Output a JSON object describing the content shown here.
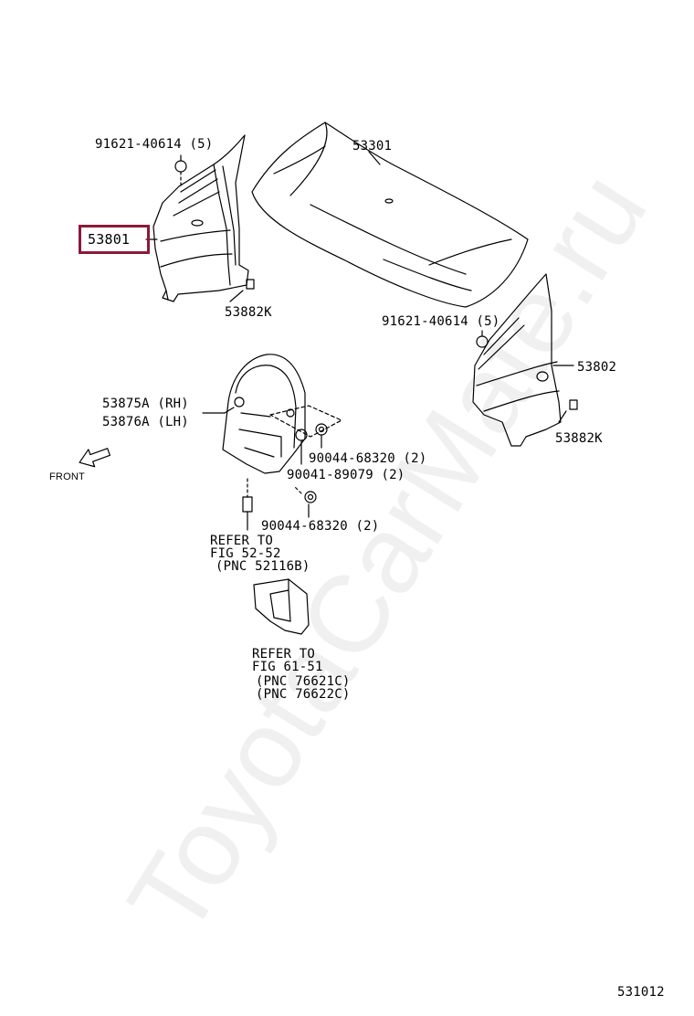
{
  "diagram_id": "531012",
  "watermark": "ToyotaCarMate.ru",
  "parts": {
    "p53801": "53801",
    "p53301": "53301",
    "p53802": "53802",
    "bolt_left": "91621-40614 (5)",
    "bolt_right": "91621-40614 (5)",
    "clip_left": "53882K",
    "clip_right": "53882K",
    "liner_rh": "53875A (RH)",
    "liner_lh": "53876A (LH)",
    "screw_a": "90044-68320 (2)",
    "clip_b": "90041-89079 (2)",
    "screw_c": "90044-68320 (2)"
  },
  "front_label": "FRONT",
  "refs": {
    "ref1_line1": "REFER TO",
    "ref1_line2": "FIG 52-52",
    "ref1_line3": "(PNC 52116B)",
    "ref2_line1": "REFER TO",
    "ref2_line2": "FIG 61-51",
    "ref2_line3": "(PNC 76621C)",
    "ref2_line4": "(PNC 76622C)"
  },
  "colors": {
    "highlight": "#8b1a3b",
    "line": "#000000"
  }
}
